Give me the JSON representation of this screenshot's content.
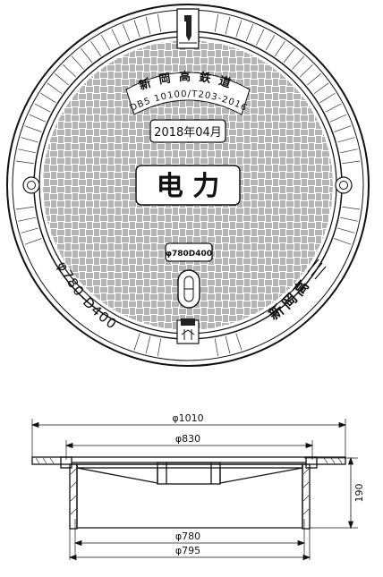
{
  "plan_view": {
    "arc_text_top": [
      "新",
      "岡",
      "高",
      "鉄",
      "道"
    ],
    "arc_text_standard": "DB5 10100/T203-2016",
    "date_stamp": "2018年04月",
    "center_label": "电 力",
    "spec_plate": "φ780D400",
    "rim_text_left": "φ780-D400",
    "rim_text_right": "新岡高"
  },
  "section_view": {
    "dim_outer": "φ1010",
    "dim_cover": "φ830",
    "dim_depth": "190",
    "dim_inner": "φ780",
    "dim_base": "φ795"
  }
}
